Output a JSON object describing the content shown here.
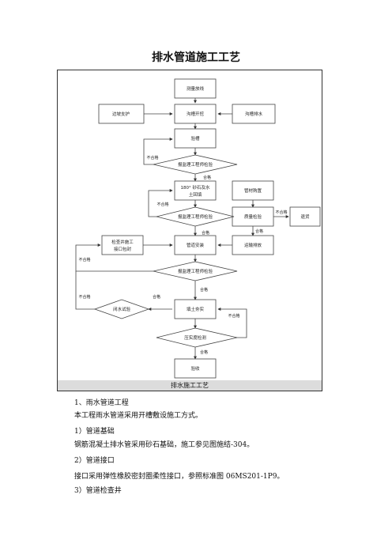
{
  "title": "排水管道施工工艺",
  "diagram": {
    "caption": "排水施工工艺",
    "nodes": {
      "survey": "测量放线",
      "trench": "沟槽开挖",
      "slope": "边坡支护",
      "drain": "沟槽排水",
      "trim": "验槽",
      "check1": "报监理工程师检验",
      "base_line1": "180° 砂石及水",
      "base_line2": "土回填",
      "check2": "报监理工程师检验",
      "purchase": "管材购置",
      "quality": "质量检验",
      "reject": "退货",
      "transport": "运输排放",
      "well_line1": "检查井施工",
      "well_line2": "接口包封",
      "install": "管道安装",
      "check3": "报监理工程师检验",
      "water_test": "闭水试验",
      "backfill": "填土夯实",
      "compaction": "压实度检测",
      "accept": "验收"
    },
    "labels": {
      "pass": "合格",
      "fail": "不合格"
    }
  },
  "body": {
    "p1": "1、雨水管道工程",
    "p2": "本工程雨水管道采用开槽敷设施工方式。",
    "p3": "1）管道基础",
    "p4": "钢筋混凝土排水管采用砂石基础，施工参见图施结-304。",
    "p5": "2）管道接口",
    "p6": "接口采用弹性橡胶密封圈柔性接口，参照标准图 06MS201-1P9。",
    "p7": "3）管道检查井"
  }
}
